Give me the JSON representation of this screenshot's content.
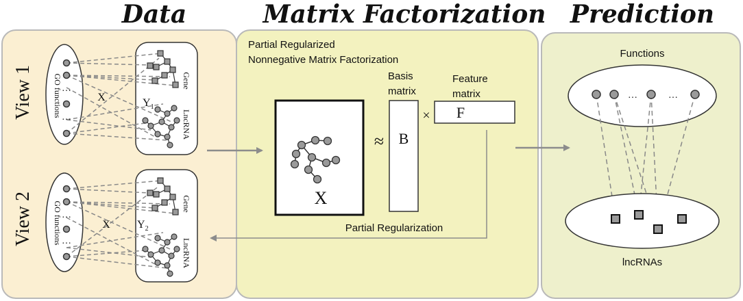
{
  "headers": {
    "data": "Data",
    "mf": "Matrix Factorization",
    "prediction": "Prediction"
  },
  "colors": {
    "data_panel": "#fbefd2",
    "mf_panel": "#f3f2bf",
    "pred_panel": "#eef0cc",
    "panel_border": "#b9b9b9",
    "node": "#9a9a9a",
    "node_border": "#333333",
    "dash": "#888888",
    "arrow": "#8c8c8c"
  },
  "data_panel": {
    "views": [
      {
        "label": "View 1",
        "go_label": "GO functions",
        "x_label": "X",
        "y_label": "Y",
        "y_sub": "1",
        "gene_label": "Gene",
        "lnc_label": "LncRNA"
      },
      {
        "label": "View 2",
        "go_label": "GO functions",
        "x_label": "X",
        "y_label": "Y",
        "y_sub": "2",
        "gene_label": "Gene",
        "lnc_label": "LncRNA"
      }
    ],
    "ellipsis": "…"
  },
  "mf_panel": {
    "title_line1": "Partial Regularized",
    "title_line2": "Nonnegative Matrix Factorization",
    "x_matrix_label": "X",
    "approx": "≈",
    "basis_label_line1": "Basis",
    "basis_label_line2": "matrix",
    "basis_letter": "B",
    "times": "×",
    "feature_label_line1": "Feature",
    "feature_label_line2": "matrix",
    "feature_letter": "F",
    "regularization": "Partial Regularization"
  },
  "pred_panel": {
    "functions_label": "Functions",
    "lncrnas_label": "lncRNAs",
    "ellipsis": "…"
  }
}
